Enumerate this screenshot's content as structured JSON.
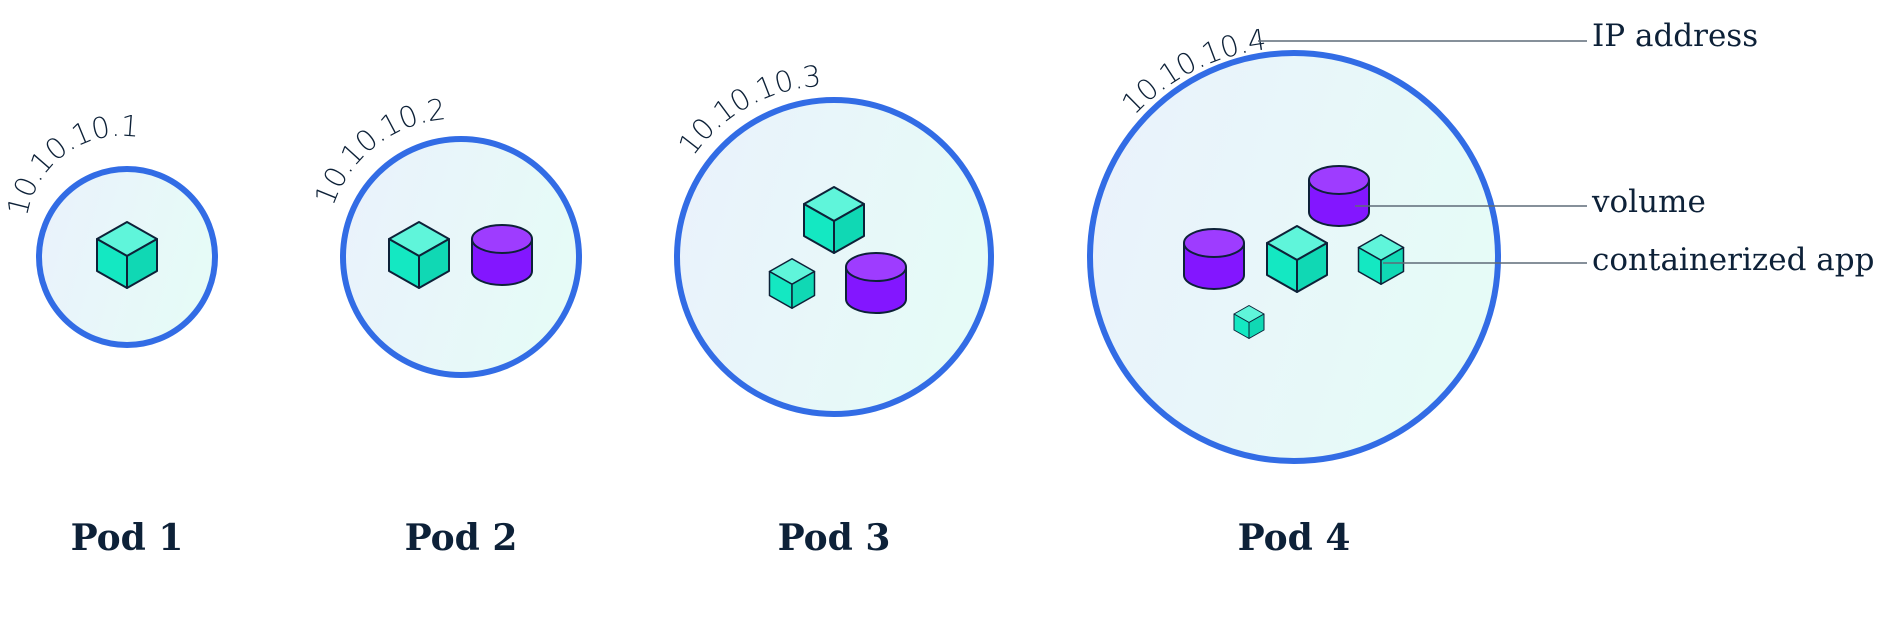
{
  "colors": {
    "pod_outline": "#326ce5",
    "pod_fill_start": "#eaf1fc",
    "pod_fill_end": "#e6fbf7",
    "app_cube": "#14e8c2",
    "volume": "#8c1cff",
    "text": "#0d2138"
  },
  "pods": [
    {
      "name": "Pod 1",
      "ip": "10.10.10.1",
      "contents": [
        "containerized-app"
      ]
    },
    {
      "name": "Pod 2",
      "ip": "10.10.10.2",
      "contents": [
        "containerized-app",
        "volume"
      ]
    },
    {
      "name": "Pod 3",
      "ip": "10.10.10.3",
      "contents": [
        "containerized-app",
        "containerized-app",
        "volume"
      ]
    },
    {
      "name": "Pod 4",
      "ip": "10.10.10.4",
      "contents": [
        "volume",
        "volume",
        "containerized-app",
        "containerized-app",
        "containerized-app"
      ]
    }
  ],
  "legend": {
    "ip_address": "IP address",
    "volume": "volume",
    "containerized_app": "containerized app"
  },
  "icons": {
    "app": "cube-icon",
    "volume": "cylinder-icon"
  }
}
